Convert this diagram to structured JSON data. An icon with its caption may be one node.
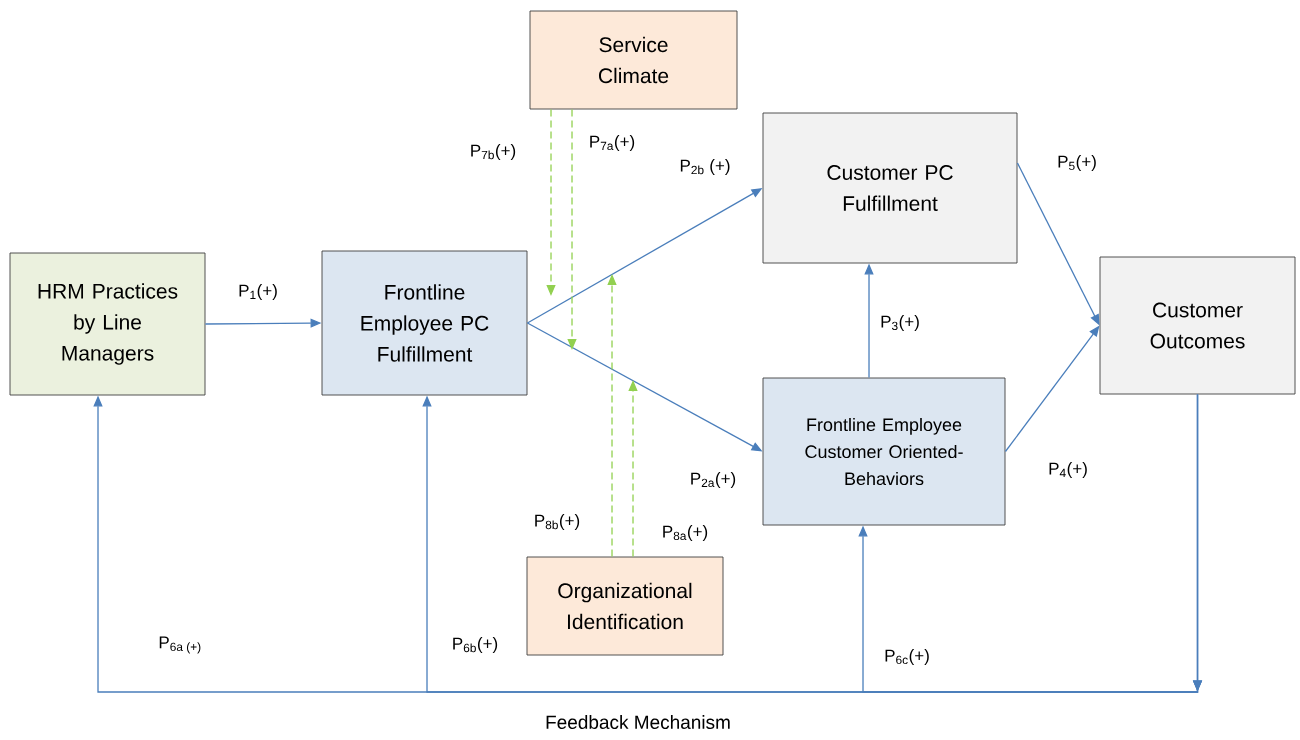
{
  "diagram": {
    "nodes": [
      {
        "text": [
          "HRM Practices by Line Managers"
        ]
      },
      {
        "text": [
          "Frontline Employee PC Fulfillment"
        ]
      },
      {
        "text": [
          "Service Climate"
        ]
      },
      {
        "text": [
          "Customer PC Fulfillment"
        ]
      },
      {
        "text": [
          "Frontline Employee Customer Oriented-Behaviors"
        ]
      },
      {
        "text": [
          "Customer Outcomes"
        ]
      },
      {
        "text": [
          "Organizational Identification"
        ]
      }
    ],
    "edges": [
      {
        "from": 0,
        "to": 1,
        "arrow": "to",
        "label": "P$_{1}$(+)"
      },
      {
        "from": 1,
        "to": 3,
        "arrow": "to",
        "label": "P$_{2b}$ (+)"
      },
      {
        "from": 1,
        "to": 4,
        "arrow": "to",
        "label": "P$_{2a}$(+)"
      },
      {
        "from": 4,
        "to": 3,
        "arrow": "to",
        "label": "P$_{3}$(+)"
      },
      {
        "from": 4,
        "to": 5,
        "arrow": "to",
        "label": "P$_{4}$(+)"
      },
      {
        "from": 3,
        "to": 5,
        "arrow": "to",
        "label": "P$_{5}$(+)"
      },
      {
        "from": 5,
        "to": 0,
        "arrow": "to",
        "label": "P$_{6a (+)}$"
      },
      {
        "from": 5,
        "to": 1,
        "arrow": "to",
        "label": "P$_{6b}$(+)"
      },
      {
        "from": 5,
        "to": 4,
        "arrow": "to",
        "label": "P$_{6c}$(+)"
      },
      {
        "from": 2,
        "to": null,
        "arrow": "to",
        "label": "P$_{7b}$(+)",
        "style": "dashed",
        "color": "#92d050"
      },
      {
        "from": 2,
        "to": null,
        "arrow": "to",
        "label": "P$_{7a}$(+)",
        "style": "dashed",
        "color": "#92d050"
      },
      {
        "from": 6,
        "to": null,
        "arrow": "to",
        "label": "P$_{8b}$(+)",
        "style": "dashed",
        "color": "#92d050"
      },
      {
        "from": 6,
        "to": null,
        "arrow": "to",
        "label": "P$_{8a}$(+)",
        "style": "dashed",
        "color": "#92d050"
      }
    ],
    "labels": [
      "Feedback Mechanism"
    ]
  }
}
